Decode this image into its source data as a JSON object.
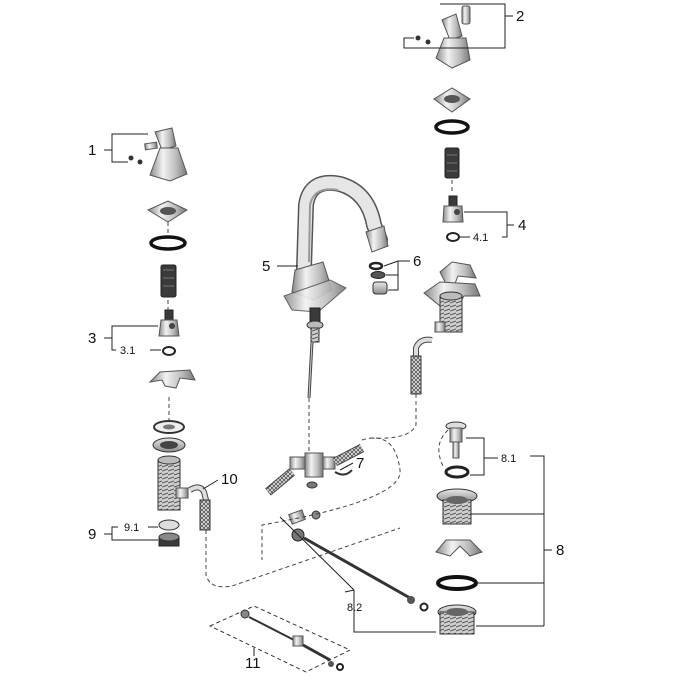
{
  "diagram": {
    "callouts": {
      "c1": "1",
      "c2": "2",
      "c3": "3",
      "c3_1": "3.1",
      "c4": "4",
      "c4_1": "4.1",
      "c5": "5",
      "c6": "6",
      "c7": "7",
      "c8": "8",
      "c8_1": "8.1",
      "c8_2": "8.2",
      "c9": "9",
      "c9_1": "9.1",
      "c10": "10",
      "c11": "11"
    }
  }
}
